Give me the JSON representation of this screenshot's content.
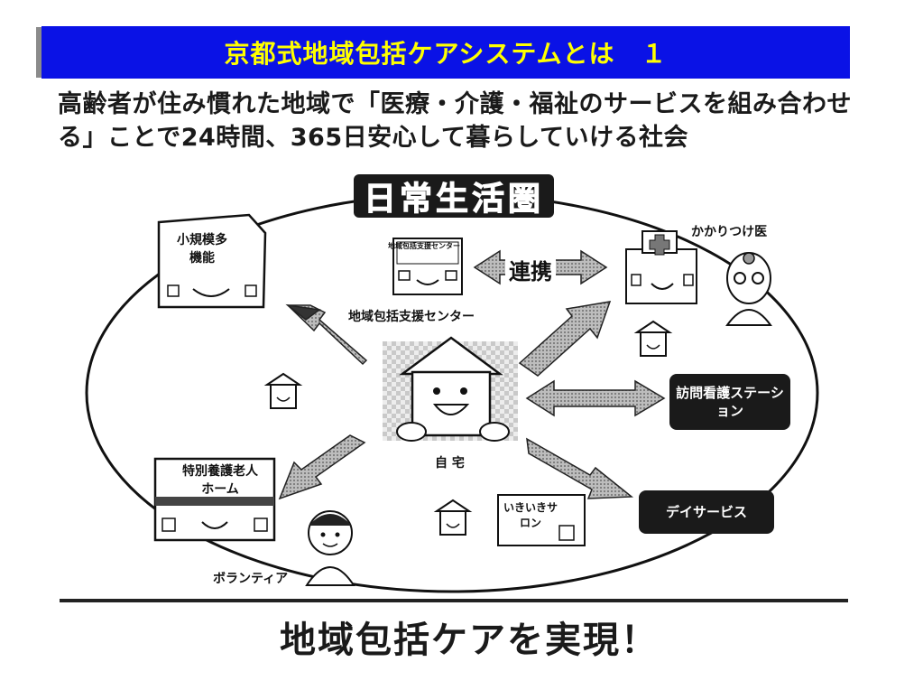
{
  "title": "京都式地域包括ケアシステムとは　１",
  "subtitle": "高齢者が住み慣れた地域で「医療・介護・福祉のサービスを組み合わせる」ことで24時間、365日安心して暮らしていける社会",
  "diagram": {
    "area_title": "日常生活圏",
    "cooperation_label": "連携",
    "center_label": "地域包括支援センター",
    "center_sign": "地域包括支援センター",
    "home_label": "自 宅",
    "doctor_label": "かかりつけ医",
    "small_multi_label": "小規模多機能",
    "nursing_station": "訪問看護ステーション",
    "day_service": "デイサービス",
    "nursing_home": "特別養護老人ホーム",
    "salon": "いきいきサロン",
    "volunteer": "ボランティア"
  },
  "slogan": "地域包括ケアを実現！",
  "colors": {
    "title_bg": "#0a12e6",
    "title_text": "#ffff00",
    "dark_box": "#1a1a1a"
  }
}
